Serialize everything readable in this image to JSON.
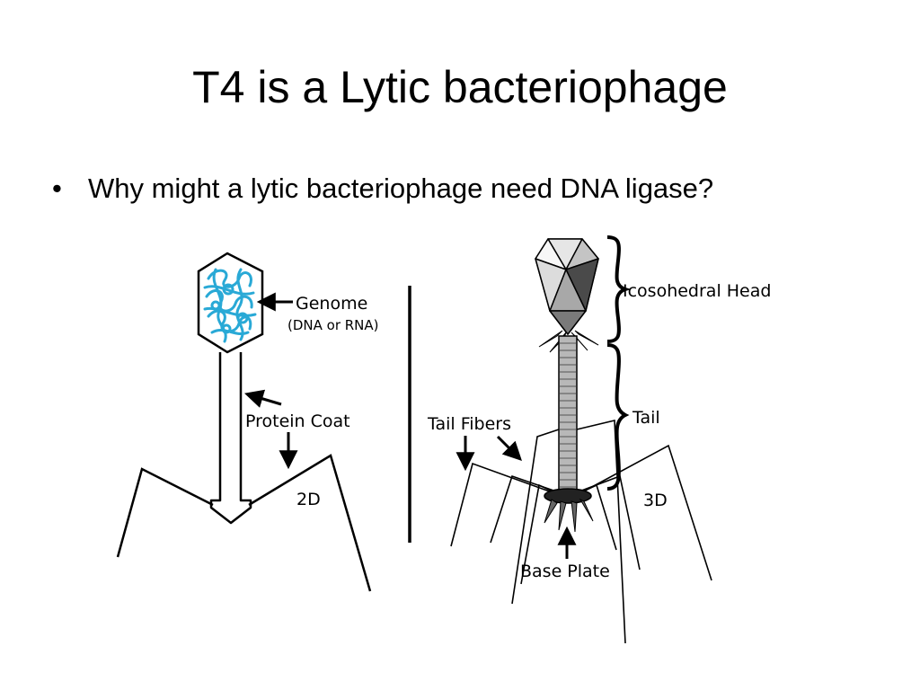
{
  "slide": {
    "title": "T4 is a Lytic bacteriophage",
    "bullet_symbol": "•",
    "bullet_text": "Why might a lytic bacteriophage need DNA ligase?"
  },
  "diagram_2d": {
    "genome_label": "Genome",
    "genome_sublabel": "(DNA or RNA)",
    "protein_coat_label": "Protein Coat",
    "dimension_label": "2D"
  },
  "diagram_3d": {
    "head_label": "Icosohedral Head",
    "tail_label": "Tail",
    "tail_fibers_label": "Tail Fibers",
    "base_plate_label": "Base Plate",
    "dimension_label": "3D"
  },
  "colors": {
    "genome_strand": "#29a9d6",
    "outline": "#000000",
    "head_light": "#f2f2f2",
    "head_mid": "#a8a8a8",
    "head_dark": "#4a4a4a"
  }
}
